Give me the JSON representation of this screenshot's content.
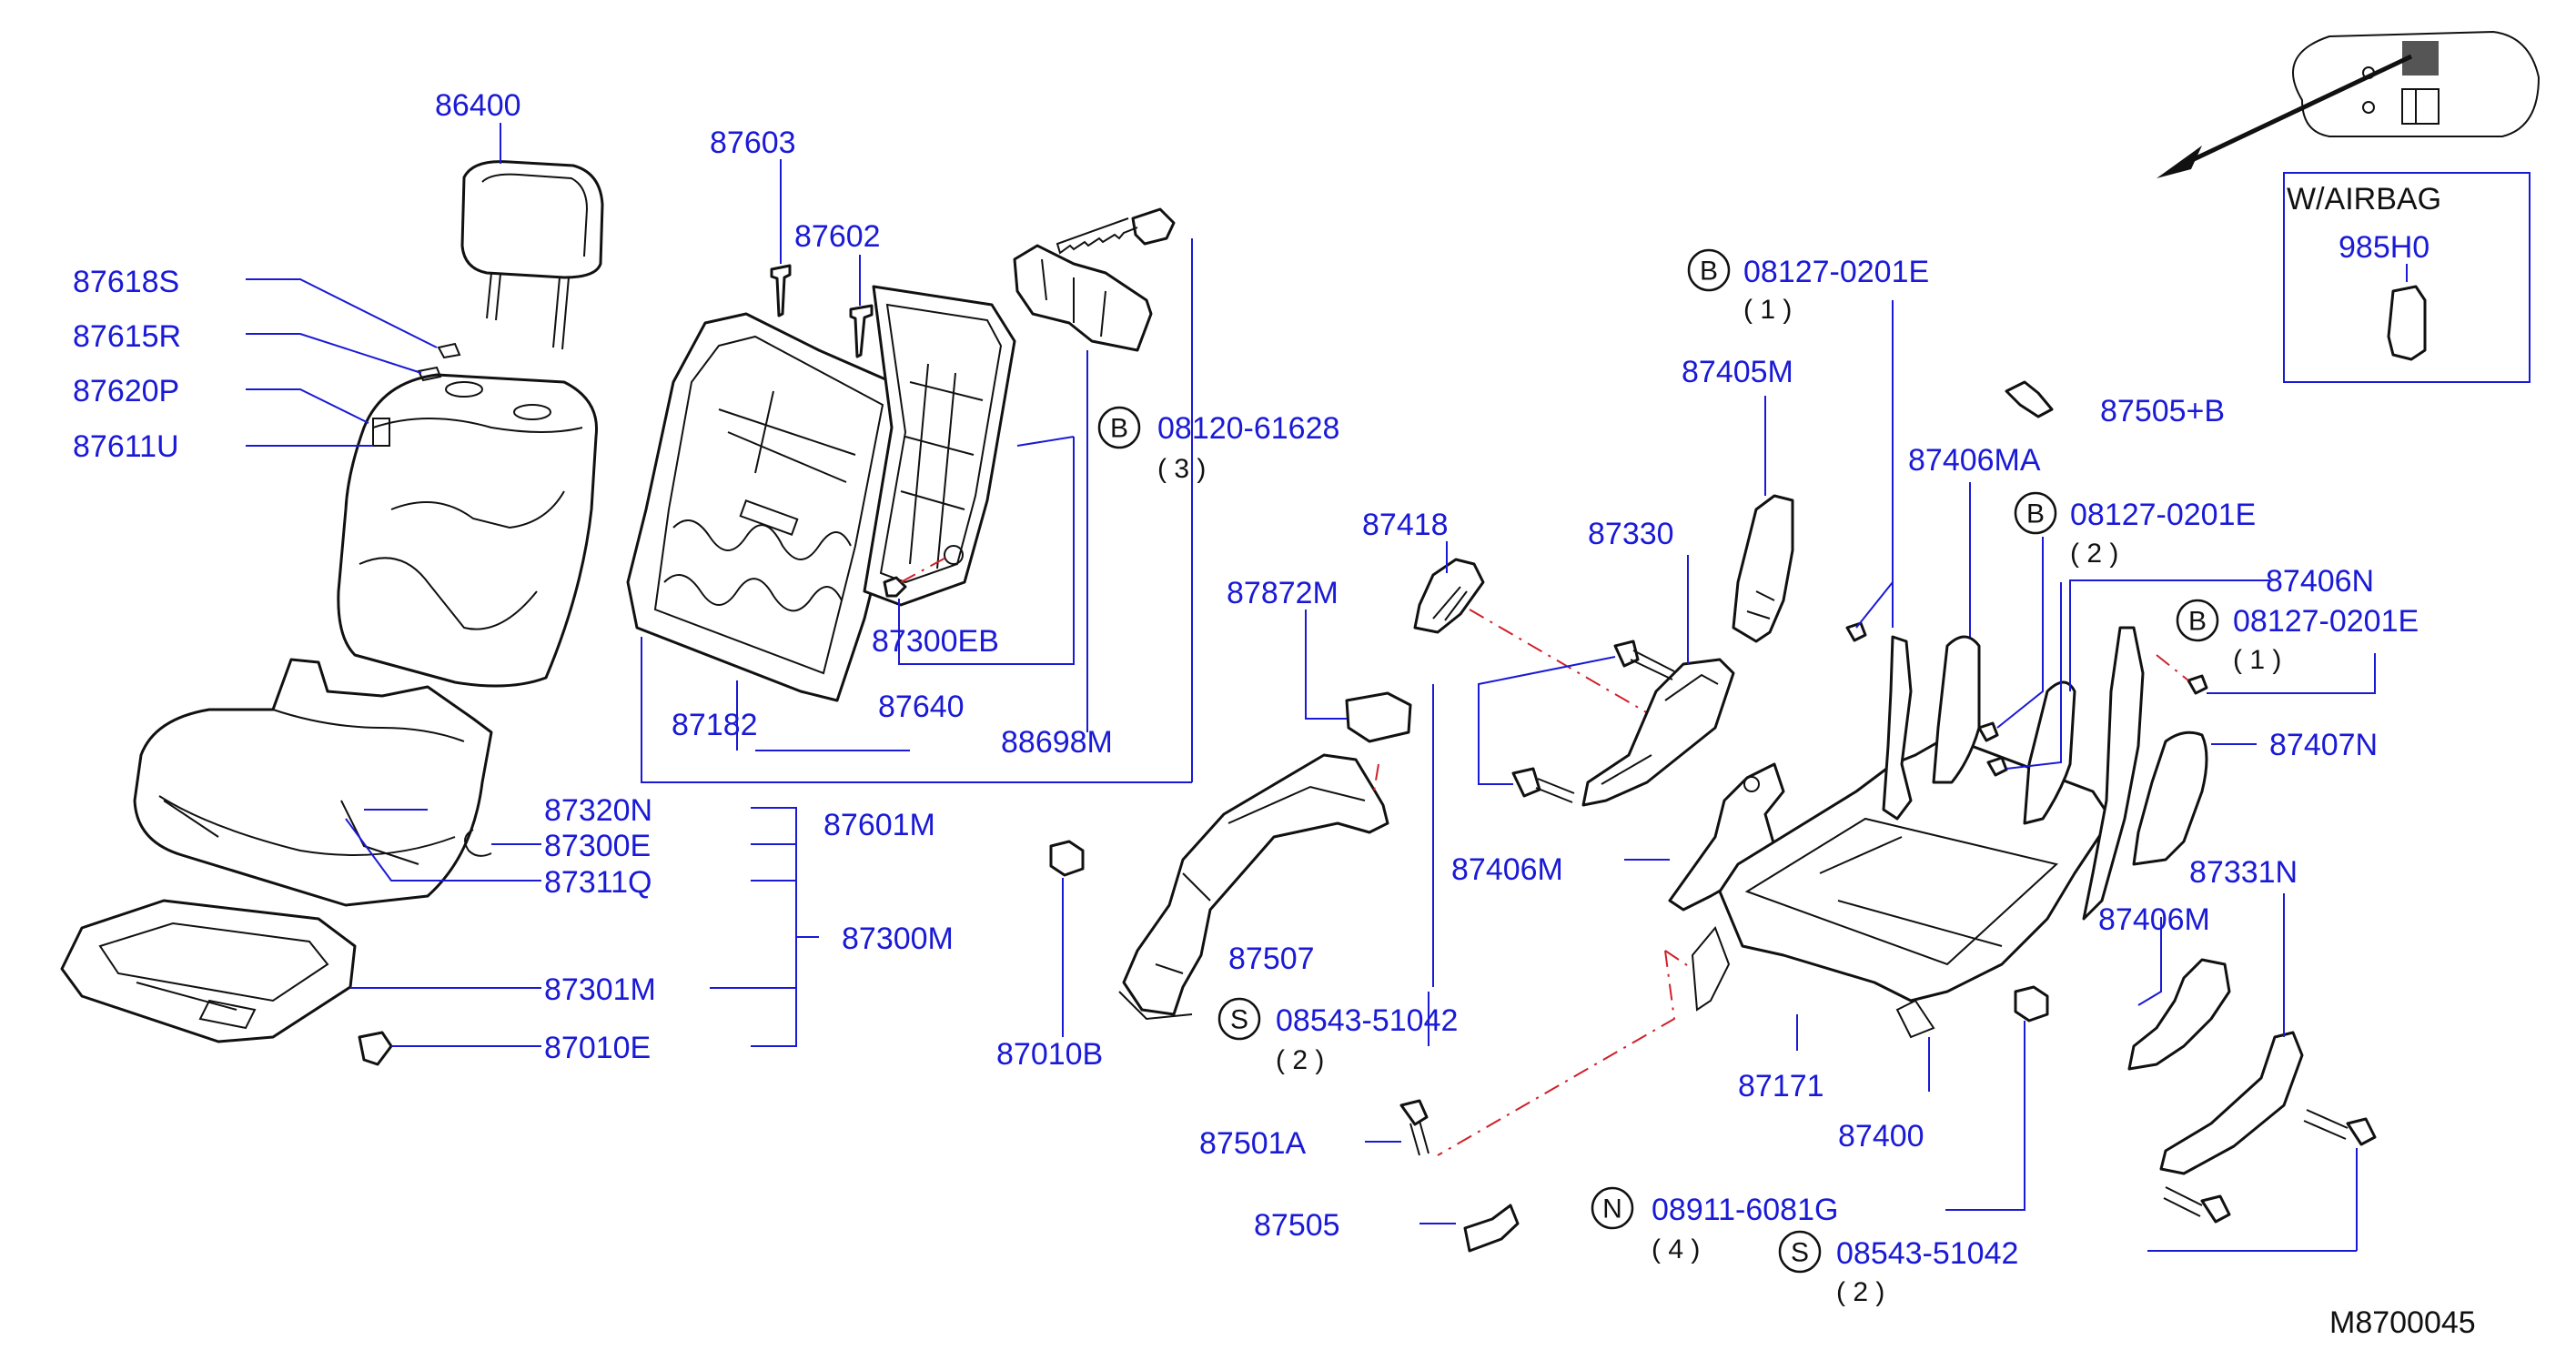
{
  "diagram_id": "M8700045",
  "inset": {
    "title": "W/AIRBAG",
    "part": "985H0"
  },
  "parts": {
    "p86400": "86400",
    "p87618S": "87618S",
    "p87615R": "87615R",
    "p87620P": "87620P",
    "p87611U": "87611U",
    "p87603": "87603",
    "p87602": "87602",
    "p87300EB": "87300EB",
    "p87640": "87640",
    "p87182": "87182",
    "p88698M": "88698M",
    "p87601M": "87601M",
    "p87320N": "87320N",
    "p87300E": "87300E",
    "p87311Q": "87311Q",
    "p87300M": "87300M",
    "p87301M": "87301M",
    "p87010E": "87010E",
    "p87010B": "87010B",
    "p87872M": "87872M",
    "p87418": "87418",
    "p87507": "87507",
    "p87330": "87330",
    "p87405M": "87405M",
    "p87406M": "87406M",
    "p87406MA": "87406MA",
    "p87505B": "87505+B",
    "p87406N": "87406N",
    "p87407N": "87407N",
    "p87331N": "87331N",
    "p87406M_b": "87406M",
    "p87171": "87171",
    "p87400": "87400",
    "p87501A": "87501A",
    "p87505": "87505"
  },
  "fasteners": [
    {
      "tag": "B",
      "code": "08120-61628",
      "qty": "( 3 )"
    },
    {
      "tag": "B",
      "code": "08127-0201E",
      "qty": "( 1 )"
    },
    {
      "tag": "B",
      "code": "08127-0201E",
      "qty": "( 2 )"
    },
    {
      "tag": "B",
      "code": "08127-0201E",
      "qty": "( 1 )"
    },
    {
      "tag": "S",
      "code": "08543-51042",
      "qty": "( 2 )"
    },
    {
      "tag": "N",
      "code": "08911-6081G",
      "qty": "( 4 )"
    },
    {
      "tag": "S",
      "code": "08543-51042",
      "qty": "( 2 )"
    }
  ]
}
